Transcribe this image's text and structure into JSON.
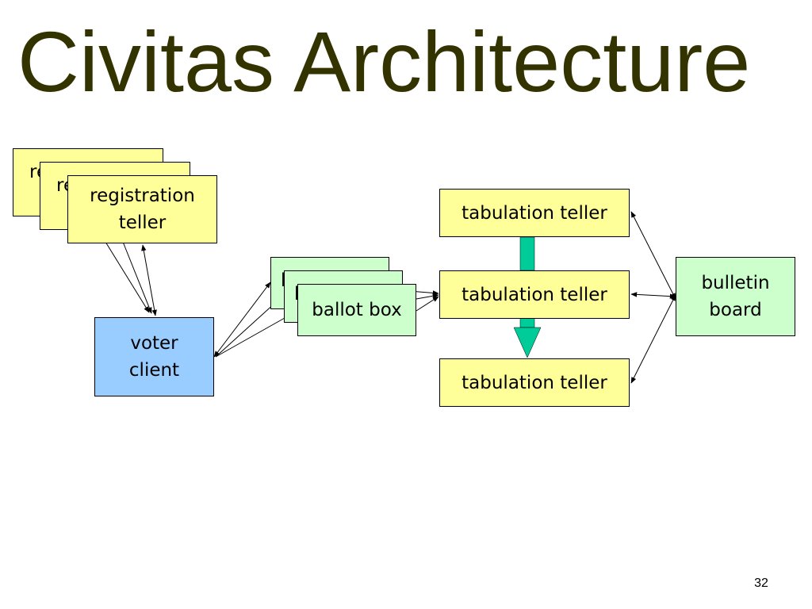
{
  "slide": {
    "title": "Civitas Architecture",
    "page_number": "32"
  },
  "nodes": {
    "registration_teller_back_1": {
      "label": "registration teller",
      "visible_text": "re"
    },
    "registration_teller_back_2": {
      "label": "registration teller",
      "visible_text": "re"
    },
    "registration_teller_front": {
      "label": "registration\nteller"
    },
    "voter_client": {
      "label": "voter\nclient"
    },
    "ballot_box_back_1": {
      "label": "ballot box",
      "visible_text": "b"
    },
    "ballot_box_back_2": {
      "label": "ballot box",
      "visible_text": "b"
    },
    "ballot_box_front": {
      "label": "ballot box"
    },
    "tabulation_teller_1": {
      "label": "tabulation teller"
    },
    "tabulation_teller_2": {
      "label": "tabulation teller"
    },
    "tabulation_teller_3": {
      "label": "tabulation teller"
    },
    "bulletin_board": {
      "label": "bulletin\nboard"
    }
  },
  "colors": {
    "title": "#333300",
    "teller_fill": "#ffff99",
    "ballot_box_fill": "#ccffcc",
    "bulletin_board_fill": "#ccffcc",
    "voter_client_fill": "#99ccff",
    "flow_arrow": "#00cc99"
  }
}
